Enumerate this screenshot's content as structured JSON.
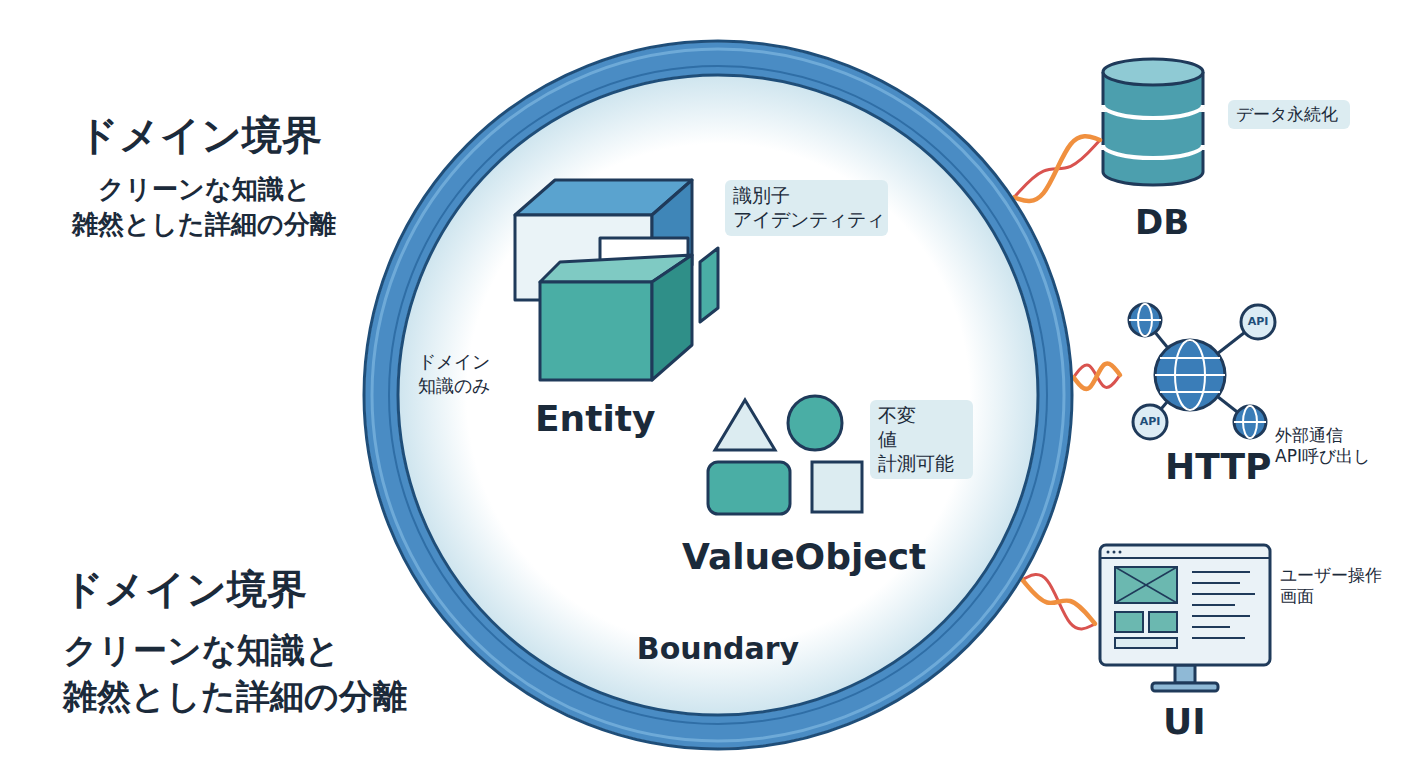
{
  "diagram": {
    "nodes": [
      {
        "text": [
          "Boundary"
        ]
      },
      {
        "text": [
          "識別子 アイデンティティ",
          "Entity"
        ],
        "in": 0
      },
      {
        "text": [
          "不変 値 計測可能",
          "ValueObject"
        ],
        "in": 0
      },
      {
        "text": [
          "データ永続化",
          "DB"
        ]
      },
      {
        "text": [
          "外部通信 API呼び出し",
          "HTTP"
        ]
      },
      {
        "text": [
          "ユーザー操作 画面",
          "UI"
        ]
      }
    ],
    "edges": [
      {
        "from": 0,
        "to": 3,
        "arrow": "none"
      },
      {
        "from": 0,
        "to": 4,
        "arrow": "none"
      },
      {
        "from": 0,
        "to": 5,
        "arrow": "none"
      }
    ],
    "labels": [
      "ドメイン境界",
      "クリーンな知識と 雑然とした詳細の分離",
      "ドメイン 知識のみ",
      "ドメイン境界",
      "クリーンな知識と 雑然とした詳細の分離",
      "API",
      "API"
    ]
  }
}
